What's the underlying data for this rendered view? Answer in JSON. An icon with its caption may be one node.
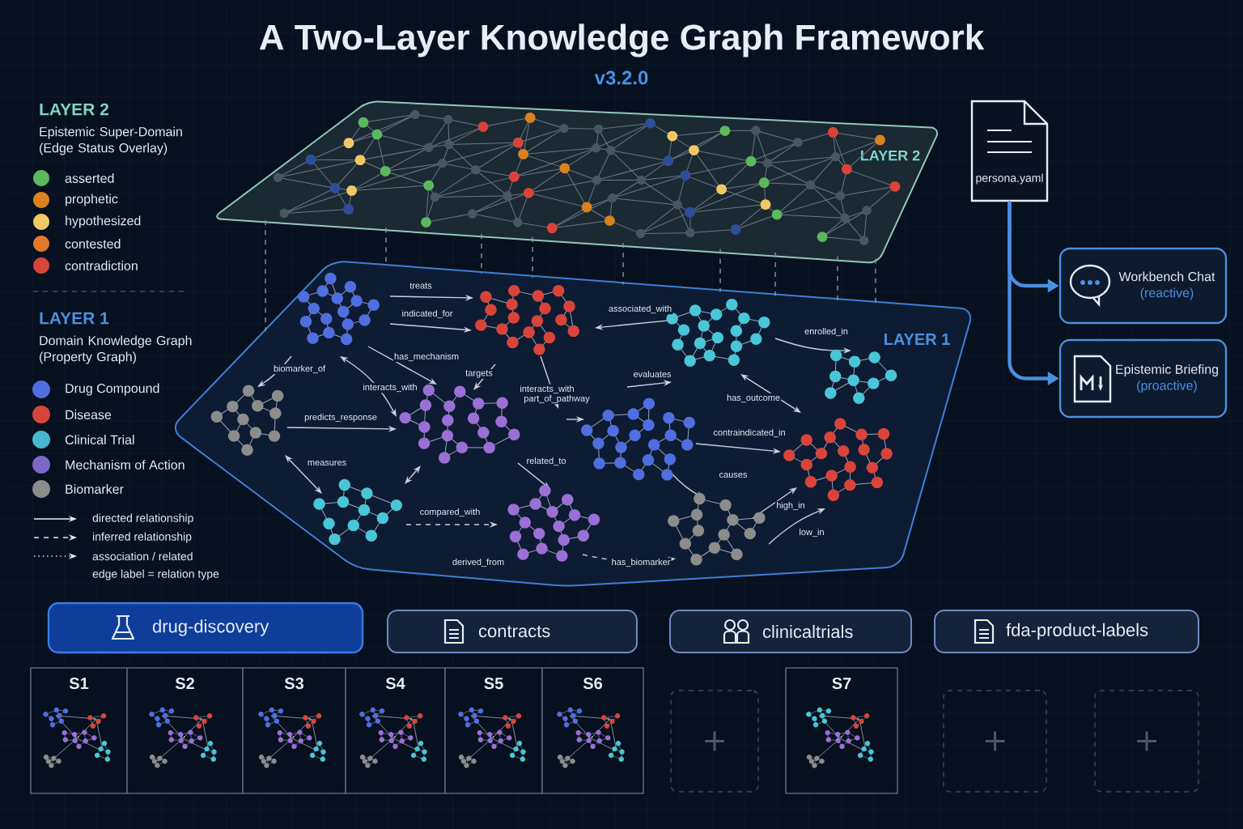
{
  "diagram": {
    "title": "A Two-Layer Knowledge Graph Framework",
    "nodes": [
      {
        "text": [
          "LAYER 2"
        ]
      },
      {
        "text": [
          "persona.yaml"
        ]
      },
      {
        "text": [
          "Workbench Chat",
          "(reactive)"
        ]
      },
      {
        "text": [
          "LAYER 1"
        ]
      },
      {
        "text": [
          "Epistemic Briefing",
          "(proactive)"
        ]
      },
      {
        "text": [
          "drug-discovery"
        ]
      },
      {
        "text": [
          "contracts"
        ]
      },
      {
        "text": [
          "clinicaltrials"
        ]
      },
      {
        "text": [
          "fda-product-labels"
        ]
      },
      {
        "text": [
          "S1"
        ]
      },
      {
        "text": [
          "S2"
        ]
      },
      {
        "text": [
          "S3"
        ]
      },
      {
        "text": [
          "S4"
        ]
      },
      {
        "text": [
          "S5"
        ]
      },
      {
        "text": [
          "S6"
        ]
      },
      {
        "text": [],
        "shape": "box"
      },
      {
        "text": [
          "S7"
        ]
      },
      {
        "text": [],
        "shape": "box"
      },
      {
        "text": [],
        "shape": "box"
      }
    ],
    "edges": [
      {
        "from": 1,
        "to": 2,
        "arrow": "to",
        "style": "thick"
      },
      {
        "from": 1,
        "to": 4,
        "arrow": "to",
        "style": "thick"
      },
      {
        "from": 0,
        "to": 3,
        "arrow": "none",
        "style": "dashed"
      },
      {
        "from": 0,
        "to": 3,
        "arrow": "none",
        "style": "dashed"
      },
      {
        "from": 0,
        "to": 3,
        "arrow": "none",
        "style": "dashed"
      },
      {
        "from": 0,
        "to": 3,
        "arrow": "none",
        "style": "dashed"
      },
      {
        "from": 0,
        "to": 3,
        "arrow": "none",
        "style": "dashed"
      },
      {
        "from": 0,
        "to": 3,
        "arrow": "none",
        "style": "dashed"
      },
      {
        "from": 0,
        "to": 3,
        "arrow": "none",
        "style": "dashed"
      },
      {
        "from": 0,
        "to": 3,
        "arrow": "none",
        "style": "dashed"
      },
      {
        "from": 0,
        "to": 3,
        "arrow": "none",
        "style": "dashed"
      }
    ],
    "labels": [
      "v3.2.0",
      "LAYER 2",
      "Epistemic Super-Domain (Edge Status Overlay)",
      "LAYER 1",
      "Domain Knowledge Graph (Property Graph)",
      "edge label = relation type",
      "treats",
      "indicated_for",
      "associated_with",
      "enrolled_in",
      "biomarker_of",
      "has_mechanism",
      "targets",
      "interacts_with",
      "interacts_with",
      "part_of_pathway",
      "evaluates",
      "has_outcome",
      "predicts_response",
      "contraindicated_in",
      "measures",
      "related_to",
      "causes",
      "high_in",
      "compared_with",
      "low_in",
      "derived_from",
      "has_biomarker"
    ],
    "legend": [
      {
        "text": "asserted",
        "color": "#5cb85c"
      },
      {
        "text": "prophetic",
        "color": "#d9821e"
      },
      {
        "text": "hypothesized",
        "color": "#f2c766"
      },
      {
        "text": "contested",
        "color": "#e0782a"
      },
      {
        "text": "contradiction",
        "color": "#d9443a"
      },
      {
        "text": "Drug Compound",
        "color": "#4f6ee0"
      },
      {
        "text": "Disease",
        "color": "#d9443a"
      },
      {
        "text": "Clinical Trial",
        "color": "#49b6cf"
      },
      {
        "text": "Mechanism of Action",
        "color": "#7b68c8"
      },
      {
        "text": "Biomarker",
        "color": "#8c8c8c"
      },
      {
        "text": "directed relationship"
      },
      {
        "text": "inferred relationship"
      },
      {
        "text": "association / related"
      }
    ]
  }
}
